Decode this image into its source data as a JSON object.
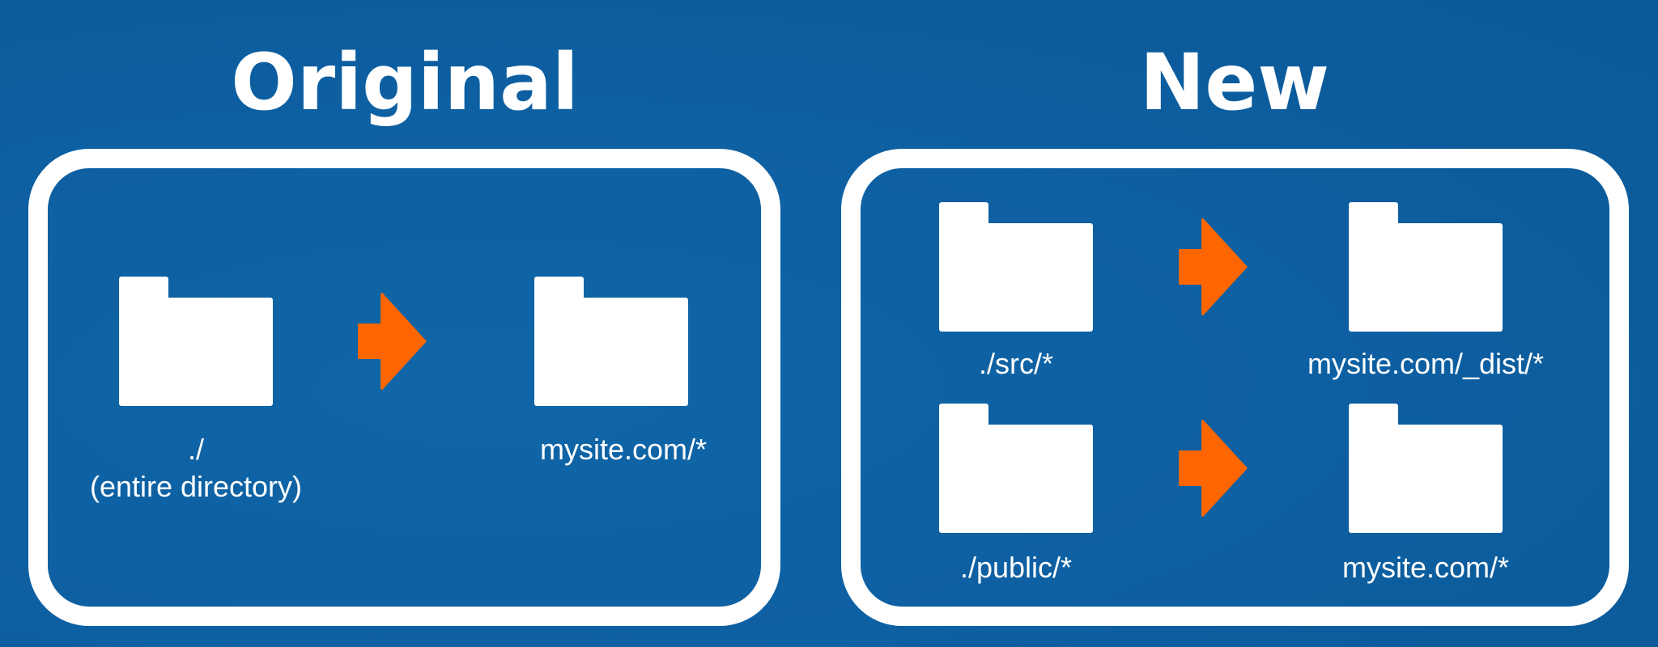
{
  "original": {
    "title": "Original",
    "source_path": "./",
    "source_note": "(entire directory)",
    "target_path": "mysite.com/*"
  },
  "new": {
    "title": "New",
    "rows": [
      {
        "source": "./src/*",
        "target": "mysite.com/_dist/*"
      },
      {
        "source": "./public/*",
        "target": "mysite.com/*"
      }
    ]
  },
  "colors": {
    "background": "#0d5fa1",
    "foreground": "#ffffff",
    "arrow": "#ff6600"
  }
}
